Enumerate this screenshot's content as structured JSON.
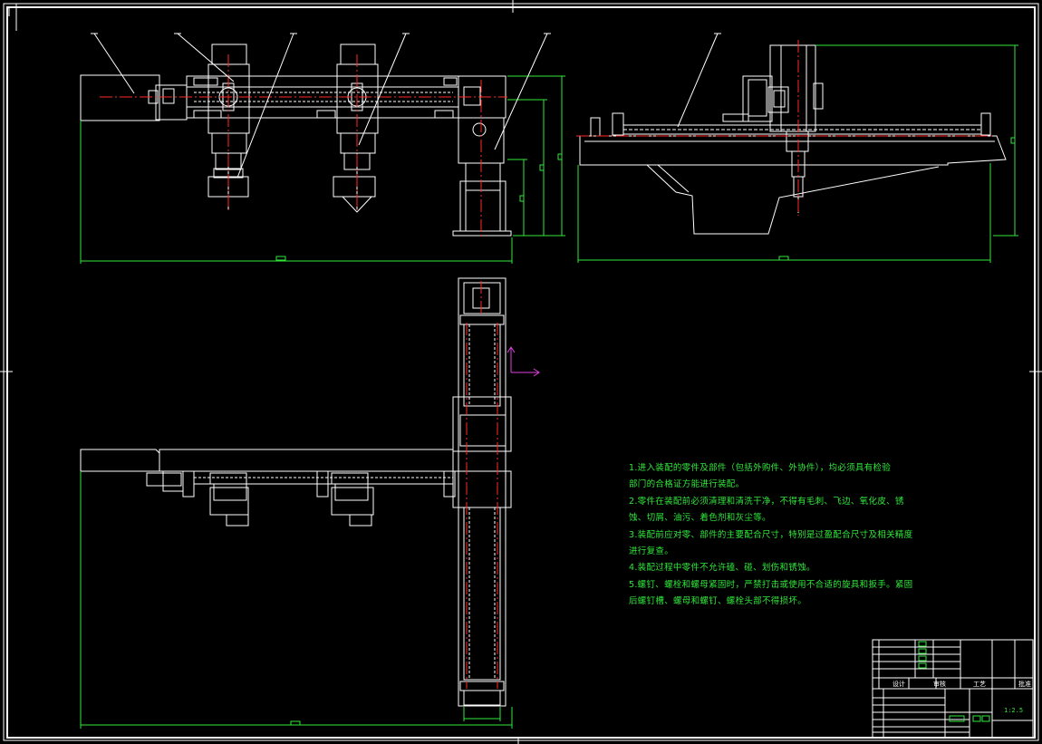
{
  "notes": [
    "1.进入装配的零件及部件（包括外购件、外协件），均必须具有检验",
    "部门的合格证方能进行装配。",
    "2.零件在装配前必须清理和清洗干净，不得有毛刺、飞边、氧化皮、锈",
    "蚀、切屑、油污、着色剂和灰尘等。",
    "3.装配前应对零、部件的主要配合尺寸，特别是过盈配合尺寸及相关精度",
    "进行复查。",
    "4.装配过程中零件不允许磕、碰、划伤和锈蚀。",
    "5.螺钉、螺栓和螺母紧固时，严禁打击或使用不合适的旋具和扳手。紧固",
    "后螺钉槽、螺母和螺钉、螺栓头部不得损坏。"
  ],
  "title_block": {
    "header_cells": [
      "设计",
      "审核",
      "工艺",
      "批准"
    ],
    "code": "1:2.5"
  },
  "colors": {
    "outline": "#ffffff",
    "dimension": "#2fe83a",
    "centerline": "#ff2a2a",
    "coordinate": "#e040e0",
    "background": "#000000"
  }
}
